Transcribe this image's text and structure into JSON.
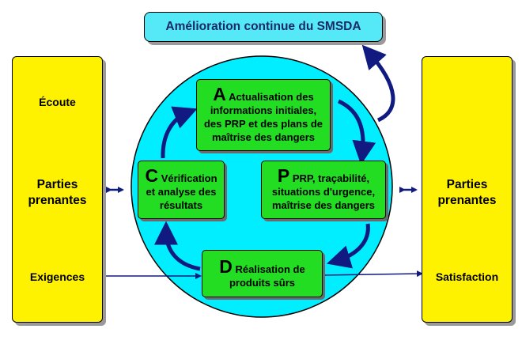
{
  "top_box": {
    "label": "Amélioration continue du SMSDA"
  },
  "left_panel": {
    "ecoute": "Écoute",
    "parties_line1": "Parties",
    "parties_line2": "prenantes",
    "exigences": "Exigences"
  },
  "right_panel": {
    "parties_line1": "Parties",
    "parties_line2": "prenantes",
    "satisfaction": "Satisfaction"
  },
  "cycle": {
    "A": {
      "letter": "A",
      "line1": "Actualisation des",
      "line2": "informations initiales,",
      "line3": "des PRP et des plans de",
      "line4": "maîtrise des dangers"
    },
    "P": {
      "letter": "P",
      "line1": "PRP, traçabilité,",
      "line2": "situations d'urgence,",
      "line3": "maîtrise des dangers"
    },
    "D": {
      "letter": "D",
      "line1": "Réalisation de",
      "line2": "produits sûrs"
    },
    "C": {
      "letter": "C",
      "line1": "Vérification",
      "line2": "et analyse des",
      "line3": "résultats"
    }
  },
  "colors": {
    "circle": "#00eeff",
    "side_panels": "#fff200",
    "cycle_boxes": "#22dd22",
    "top_box": "#55e9f8",
    "arrows": "#101a80"
  }
}
